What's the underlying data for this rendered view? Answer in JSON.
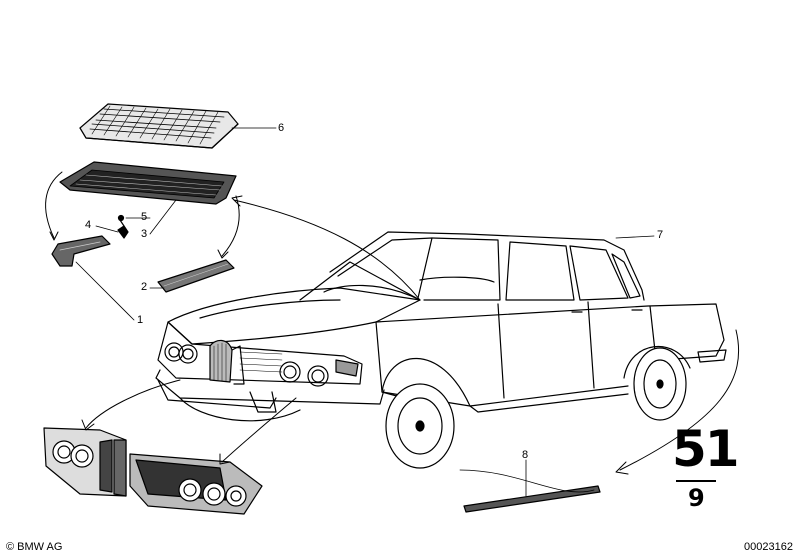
{
  "diagram": {
    "callouts": [
      {
        "id": "c1",
        "text": "1"
      },
      {
        "id": "c2",
        "text": "2"
      },
      {
        "id": "c3",
        "text": "3"
      },
      {
        "id": "c4",
        "text": "4"
      },
      {
        "id": "c5",
        "text": "5"
      },
      {
        "id": "c6",
        "text": "6"
      },
      {
        "id": "c7",
        "text": "7"
      },
      {
        "id": "c8",
        "text": "8"
      }
    ],
    "group_number": "51",
    "group_sub": "9",
    "copyright": "© BMW AG",
    "doc_id": "00023162"
  }
}
